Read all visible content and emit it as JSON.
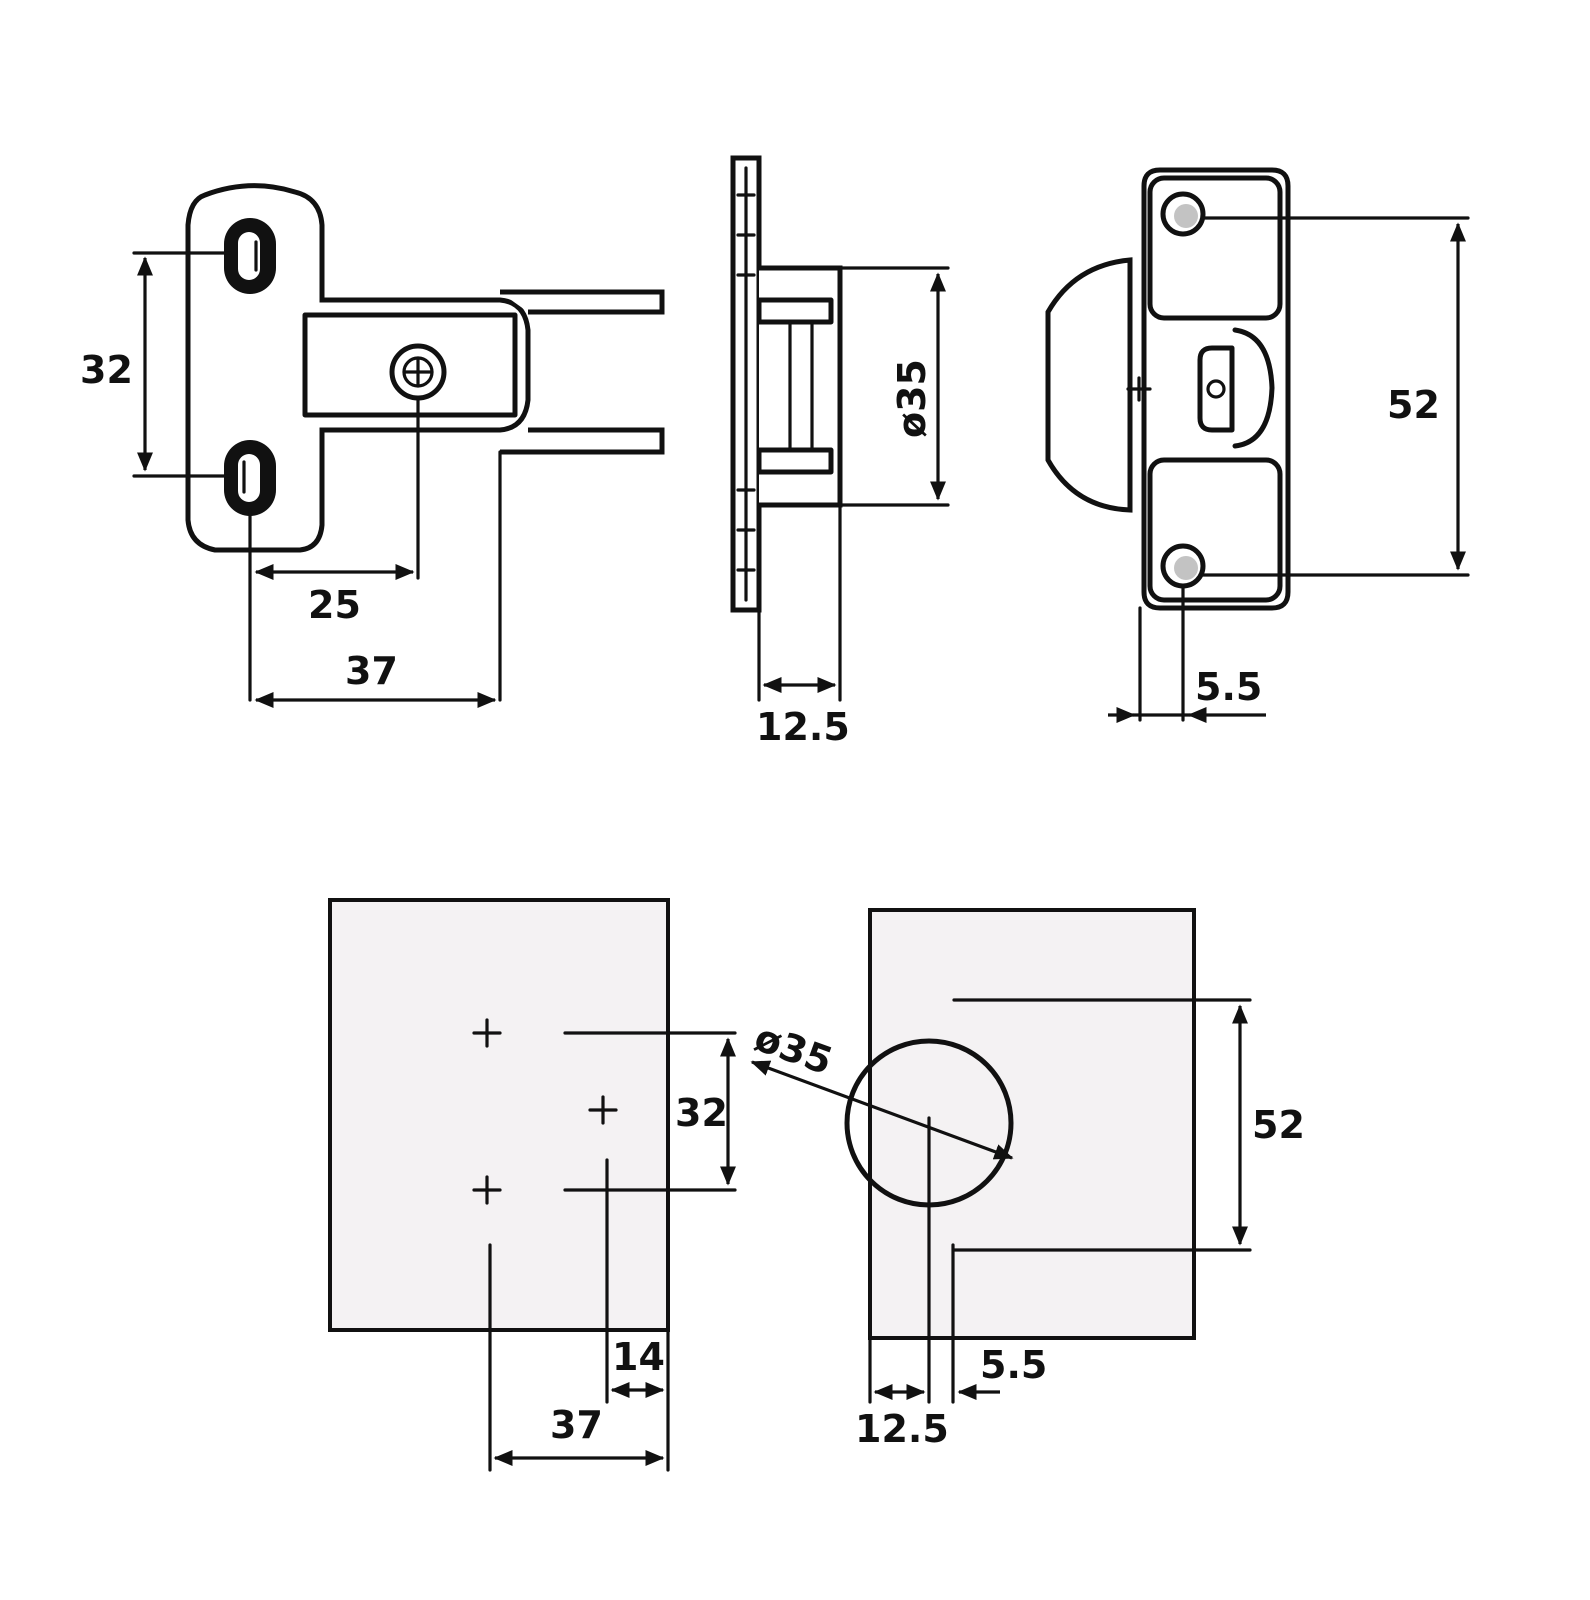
{
  "labels": {
    "hinge_top_hole_spacing": "32",
    "hinge_screw_offset": "25",
    "hinge_arm_offset": "37",
    "cup_diameter": "ø35",
    "cup_depth": "12.5",
    "plate_hole_spacing": "52",
    "plate_offset": "5.5",
    "door_hole_spacing": "32",
    "door_edge_14": "14",
    "door_edge_37": "37",
    "frame_cup_diameter": "ø35",
    "frame_hole_spacing": "52",
    "frame_offset_12_5": "12.5",
    "frame_offset_5_5": "5.5"
  },
  "colors": {
    "line": "#111111",
    "panel_fill": "#f4f2f3",
    "background": "#ffffff"
  }
}
